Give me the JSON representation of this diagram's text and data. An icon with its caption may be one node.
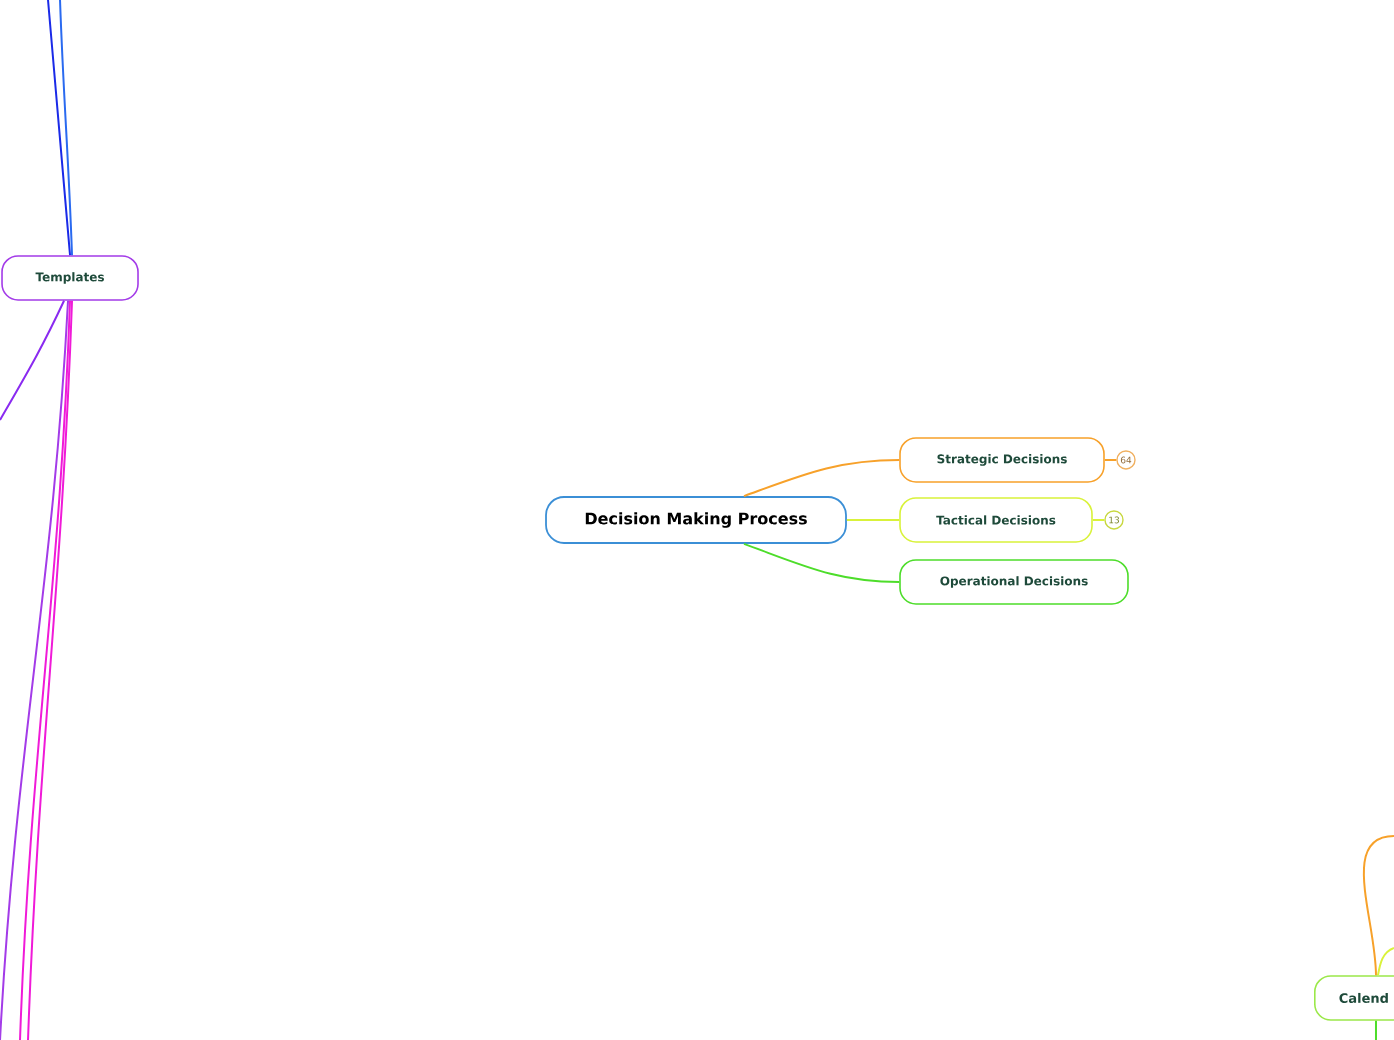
{
  "diagram": {
    "nodes": [
      {
        "text": [
          "Decision Making Process"
        ]
      },
      {
        "text": [
          "Strategic Decisions"
        ]
      },
      {
        "text": [
          "Tactical Decisions"
        ]
      },
      {
        "text": [
          "Operational Decisions"
        ]
      },
      {
        "text": [
          "64"
        ]
      },
      {
        "text": [
          "13"
        ]
      },
      {
        "text": [
          "Templates"
        ]
      },
      {
        "text": [
          "Calend"
        ]
      }
    ],
    "edges": [
      {
        "from": 0,
        "to": 1,
        "arrow": "none",
        "color": "#f7a12a"
      },
      {
        "from": 0,
        "to": 2,
        "arrow": "none",
        "color": "#d9f23a"
      },
      {
        "from": 0,
        "to": 3,
        "arrow": "none",
        "color": "#4ddd2a"
      },
      {
        "from": 1,
        "to": 4,
        "arrow": "none",
        "color": "#f7a12a"
      },
      {
        "from": 2,
        "to": 5,
        "arrow": "none",
        "color": "#d9f23a"
      },
      {
        "from": 6,
        "to": null,
        "arrow": "none",
        "color": "#1a2ae8"
      },
      {
        "from": 6,
        "to": null,
        "arrow": "none",
        "color": "#2a6af0"
      },
      {
        "from": 6,
        "to": null,
        "arrow": "none",
        "color": "#8a2af0"
      },
      {
        "from": 6,
        "to": null,
        "arrow": "none",
        "color": "#a33be8"
      },
      {
        "from": 6,
        "to": null,
        "arrow": "none",
        "color": "#f01ad8"
      },
      {
        "from": 6,
        "to": null,
        "arrow": "none",
        "color": "#f01ad8"
      },
      {
        "from": 7,
        "to": null,
        "arrow": "none",
        "color": "#f7a12a"
      },
      {
        "from": 7,
        "to": null,
        "arrow": "none",
        "color": "#d9f23a"
      },
      {
        "from": 7,
        "to": null,
        "arrow": "none",
        "color": "#4ddd2a"
      }
    ]
  }
}
